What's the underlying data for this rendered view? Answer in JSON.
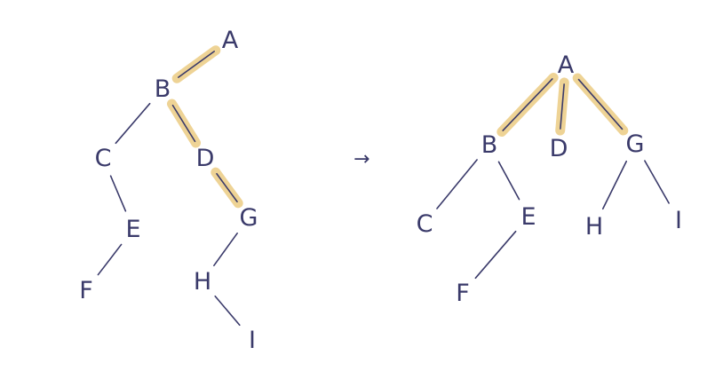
{
  "arrow": "→",
  "left_tree": {
    "nodes": [
      {
        "id": "A",
        "label": "A"
      },
      {
        "id": "B",
        "label": "B"
      },
      {
        "id": "C",
        "label": "C"
      },
      {
        "id": "D",
        "label": "D"
      },
      {
        "id": "E",
        "label": "E"
      },
      {
        "id": "G",
        "label": "G"
      },
      {
        "id": "F",
        "label": "F"
      },
      {
        "id": "H",
        "label": "H"
      },
      {
        "id": "I",
        "label": "I"
      }
    ],
    "edges": [
      {
        "from": "A",
        "to": "B",
        "highlighted": true
      },
      {
        "from": "B",
        "to": "C",
        "highlighted": false
      },
      {
        "from": "B",
        "to": "D",
        "highlighted": true
      },
      {
        "from": "C",
        "to": "E",
        "highlighted": false
      },
      {
        "from": "D",
        "to": "G",
        "highlighted": true
      },
      {
        "from": "E",
        "to": "F",
        "highlighted": false
      },
      {
        "from": "G",
        "to": "H",
        "highlighted": false
      },
      {
        "from": "H",
        "to": "I",
        "highlighted": false
      }
    ]
  },
  "right_tree": {
    "nodes": [
      {
        "id": "A",
        "label": "A"
      },
      {
        "id": "B",
        "label": "B"
      },
      {
        "id": "D",
        "label": "D"
      },
      {
        "id": "G",
        "label": "G"
      },
      {
        "id": "C",
        "label": "C"
      },
      {
        "id": "E",
        "label": "E"
      },
      {
        "id": "H",
        "label": "H"
      },
      {
        "id": "I",
        "label": "I"
      },
      {
        "id": "F",
        "label": "F"
      }
    ],
    "edges": [
      {
        "from": "A",
        "to": "B",
        "highlighted": true
      },
      {
        "from": "A",
        "to": "D",
        "highlighted": true
      },
      {
        "from": "A",
        "to": "G",
        "highlighted": true
      },
      {
        "from": "B",
        "to": "C",
        "highlighted": false
      },
      {
        "from": "B",
        "to": "E",
        "highlighted": false
      },
      {
        "from": "G",
        "to": "H",
        "highlighted": false
      },
      {
        "from": "G",
        "to": "I",
        "highlighted": false
      },
      {
        "from": "E",
        "to": "F",
        "highlighted": false
      }
    ]
  },
  "colors": {
    "ink": "#3a3a6a",
    "highlight": "#e8c472"
  }
}
